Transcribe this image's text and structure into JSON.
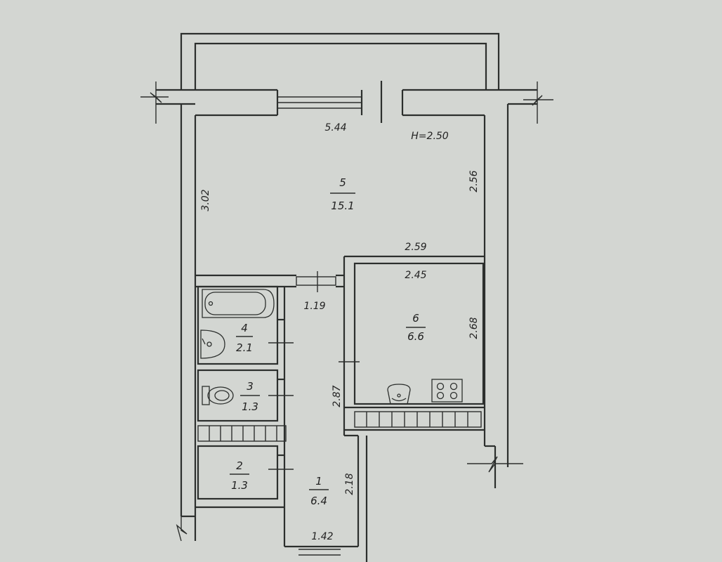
{
  "ceiling_height": "H=2.50",
  "rooms": [
    {
      "number": "1",
      "area": "6.4"
    },
    {
      "number": "2",
      "area": "1.3"
    },
    {
      "number": "3",
      "area": "1.3"
    },
    {
      "number": "4",
      "area": "2.1"
    },
    {
      "number": "5",
      "area": "15.1"
    },
    {
      "number": "6",
      "area": "6.6"
    }
  ],
  "dimensions": {
    "room5_width": "5.44",
    "room5_depth_left": "3.02",
    "room5_depth_right": "2.56",
    "room5_step": "2.59",
    "room6_width": "2.45",
    "room6_depth": "2.68",
    "corridor_width": "1.19",
    "corridor_length": "2.87",
    "hall_length": "2.18",
    "hall_width": "1.42"
  }
}
